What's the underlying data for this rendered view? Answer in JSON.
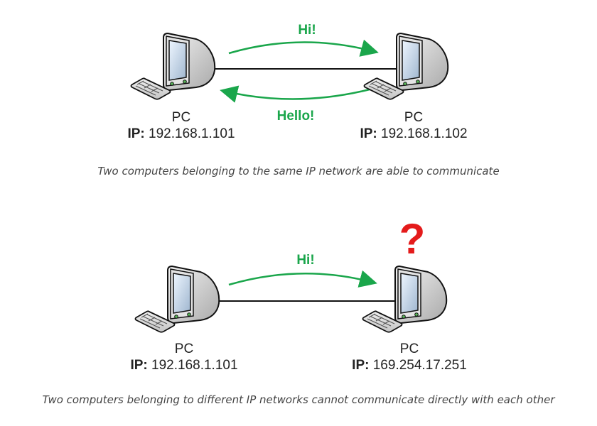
{
  "colors": {
    "message": "#1aa64b",
    "question": "#e41b1b",
    "link": "#111111"
  },
  "scenario_same": {
    "left_pc": {
      "title": "PC",
      "ip_key": "IP:",
      "ip_value": "192.168.1.101"
    },
    "right_pc": {
      "title": "PC",
      "ip_key": "IP:",
      "ip_value": "192.168.1.102"
    },
    "msg_forward": "Hi!",
    "msg_back": "Hello!",
    "caption": "Two computers belonging to the same IP network are able to communicate"
  },
  "scenario_diff": {
    "left_pc": {
      "title": "PC",
      "ip_key": "IP:",
      "ip_value": "192.168.1.101"
    },
    "right_pc": {
      "title": "PC",
      "ip_key": "IP:",
      "ip_value": "169.254.17.251"
    },
    "msg_forward": "Hi!",
    "question": "?",
    "caption": "Two computers belonging to different IP networks cannot communicate directly with each other"
  }
}
